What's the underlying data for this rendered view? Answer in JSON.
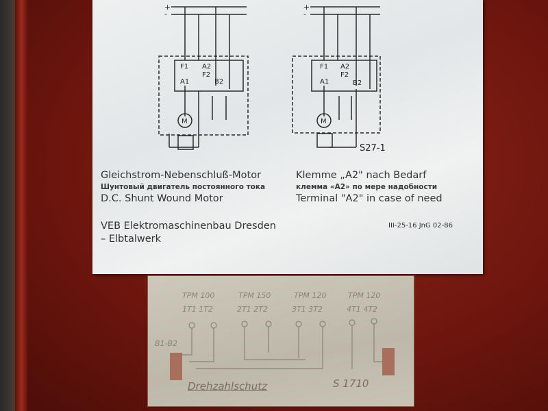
{
  "diagram": {
    "terminals": [
      "F1",
      "A2",
      "A1",
      "F2",
      "B2"
    ],
    "motor_symbol": "M",
    "polarity": [
      "+",
      "-"
    ],
    "figure_code": "S27-1"
  },
  "label": {
    "left": {
      "german": "Gleichstrom-Nebenschluß-Motor",
      "russian": "Шунтовый двигатель постоянного тока",
      "english": "D.C. Shunt Wound Motor"
    },
    "right": {
      "german": "Klemme „A2\" nach Bedarf",
      "russian": "клемма «A2» по мере надобности",
      "english": "Terminal \"A2\" in case of need"
    },
    "manufacturer_line1": "VEB Elektromaschinenbau Dresden",
    "manufacturer_line2": "– Elbtalwerk",
    "print_code": "III-25-16 JnG 02-86"
  },
  "plate": {
    "models": [
      "TPM 100",
      "TPM 150",
      "TPM 120",
      "TPM 120"
    ],
    "terminal_pairs": [
      "1T1 1T2",
      "2T1 2T2",
      "3T1 3T2",
      "4T1 4T2"
    ],
    "side_label": "B1-B2",
    "handwritten_left": "Drehzahlschutz",
    "handwritten_right": "S 1710"
  },
  "colors": {
    "frame": "#7a1a12",
    "label": "#e8ebec",
    "plate": "#c6c1b2"
  }
}
